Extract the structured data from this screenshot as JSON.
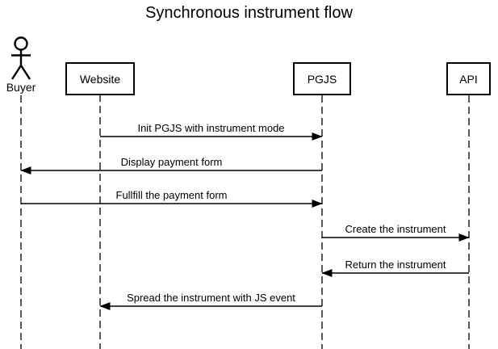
{
  "diagram": {
    "title": "Synchronous instrument flow",
    "type": "uml-sequence",
    "colors": {
      "line": "#000000",
      "background": "#ffffff",
      "text": "#000000"
    },
    "participants": [
      {
        "id": "buyer",
        "label": "Buyer",
        "kind": "actor"
      },
      {
        "id": "website",
        "label": "Website",
        "kind": "lifeline-box"
      },
      {
        "id": "pgjs",
        "label": "PGJS",
        "kind": "lifeline-box"
      },
      {
        "id": "api",
        "label": "API",
        "kind": "lifeline-box"
      }
    ],
    "messages": [
      {
        "from": "Website",
        "to": "PGJS",
        "direction": "right",
        "label": "Init PGJS with instrument mode"
      },
      {
        "from": "PGJS",
        "to": "Buyer",
        "direction": "left",
        "label": "Display payment form"
      },
      {
        "from": "Buyer",
        "to": "PGJS",
        "direction": "right",
        "label": "Fullfill the payment form"
      },
      {
        "from": "PGJS",
        "to": "API",
        "direction": "right",
        "label": "Create the instrument"
      },
      {
        "from": "API",
        "to": "PGJS",
        "direction": "left",
        "label": "Return the instrument"
      },
      {
        "from": "PGJS",
        "to": "Website",
        "direction": "left",
        "label": "Spread the instrument with JS event"
      }
    ]
  }
}
